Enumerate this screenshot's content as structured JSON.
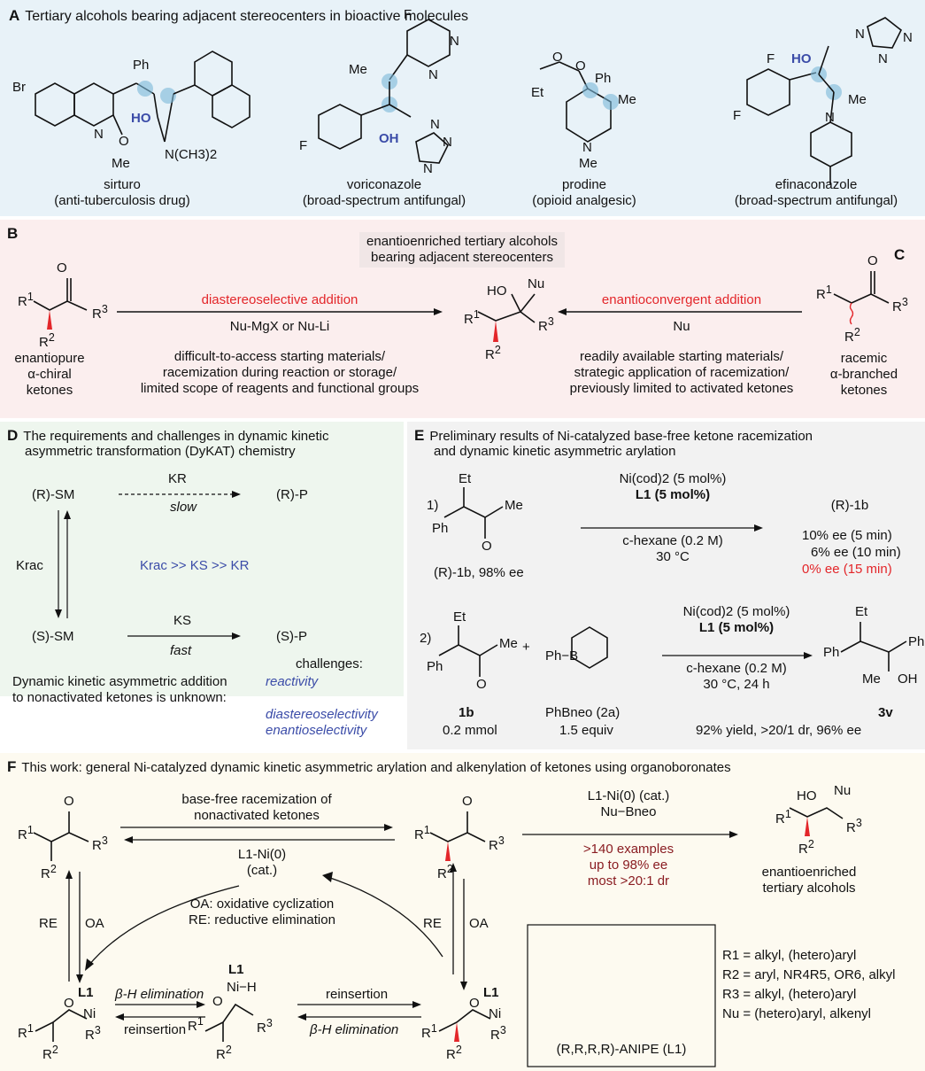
{
  "panelA": {
    "letter": "A",
    "title": "Tertiary alcohols bearing adjacent stereocenters in bioactive molecules",
    "molecules": [
      {
        "name": "sirturo",
        "desc": "(anti-tuberculosis drug)",
        "atoms": [
          "Br",
          "Ph",
          "HO",
          "N",
          "O",
          "Me",
          "N(CH3)2"
        ]
      },
      {
        "name": "voriconazole",
        "desc": "(broad-spectrum antifungal)",
        "atoms": [
          "F",
          "N",
          "N",
          "Me",
          "F",
          "F",
          "OH",
          "N",
          "N",
          "N"
        ]
      },
      {
        "name": "prodine",
        "desc": "(opioid analgesic)",
        "atoms": [
          "O",
          "O",
          "Ph",
          "Et",
          "Me",
          "N",
          "Me"
        ]
      },
      {
        "name": "efinaconazole",
        "desc": "(broad-spectrum antifungal)",
        "atoms": [
          "F",
          "HO",
          "N",
          "N",
          "N",
          "F",
          "Me",
          "N"
        ]
      }
    ]
  },
  "panelB": {
    "letter": "B"
  },
  "panelC": {
    "letter": "C"
  },
  "panelBC": {
    "center_title": [
      "enantioenriched tertiary alcohols",
      "bearing adjacent stereocenters"
    ],
    "left_label": [
      "enantiopure",
      "α-chiral",
      "ketones"
    ],
    "left_arrow_top": "diastereoselective addition",
    "left_arrow_bottom": "Nu-MgX or Nu-Li",
    "left_notes": [
      "difficult-to-access starting materials/",
      "racemization during reaction or storage/",
      "limited scope of reagents and functional groups"
    ],
    "right_arrow_top": "enantioconvergent addition",
    "right_arrow_bottom": "Nu",
    "right_notes": [
      "readily available starting materials/",
      "strategic application of racemization/",
      "previously limited to activated ketones"
    ],
    "right_label": [
      "racemic",
      "α-branched",
      "ketones"
    ]
  },
  "panelD": {
    "letter": "D",
    "title": [
      "The requirements and challenges in dynamic kinetic",
      "asymmetric transformation (DyKAT) chemistry"
    ],
    "r_sm": "(R)-SM",
    "r_p": "(R)-P",
    "s_sm": "(S)-SM",
    "s_p": "(S)-P",
    "kr": "KR",
    "slow": "slow",
    "krac": "Krac",
    "ks": "KS",
    "fast": "fast",
    "relation": "Krac >> KS >> KR",
    "challenges_label": "challenges:",
    "statement": [
      "Dynamic kinetic asymmetric addition",
      "to nonactivated ketones is unknown:"
    ],
    "challenges": [
      "reactivity",
      "diastereoselectivity",
      "enantioselectivity"
    ]
  },
  "panelE": {
    "letter": "E",
    "title": [
      "Preliminary results of Ni-catalyzed base-free ketone racemization",
      "and dynamic kinetic asymmetric arylation"
    ],
    "exp1": {
      "num": "1)",
      "sm_label": "(R)-1b, 98% ee",
      "conditions": [
        "Ni(cod)2 (5 mol%)",
        "L1 (5 mol%)",
        "c-hexane (0.2 M)",
        "30 °C"
      ],
      "product": "(R)-1b",
      "results": [
        "10% ee (5 min)",
        "6% ee (10 min)",
        "0% ee (15 min)"
      ]
    },
    "exp2": {
      "num": "2)",
      "sm_name": "1b",
      "sm_amount": "0.2 mmol",
      "reagent_name": "PhBneo (2a)",
      "reagent_amount": "1.5 equiv",
      "conditions": [
        "Ni(cod)2 (5 mol%)",
        "L1 (5 mol%)",
        "c-hexane (0.2 M)",
        "30 °C, 24 h"
      ],
      "product": "3v",
      "result": "92% yield, >20/1 dr, 96% ee"
    }
  },
  "panelF": {
    "letter": "F",
    "title": "This work: general Ni-catalyzed dynamic kinetic asymmetric arylation and alkenylation of ketones using organoboronates",
    "racemization": [
      "base-free racemization of",
      "nonactivated ketones"
    ],
    "catalyst": [
      "L1-Ni(0)",
      "(cat.)"
    ],
    "ox_red": [
      "OA: oxidative cyclization",
      "RE: reductive elimination"
    ],
    "re": "RE",
    "oa": "OA",
    "beta_h": "β-H elimination",
    "reinsertion": "reinsertion",
    "arrow_conditions": [
      "L1-Ni(0) (cat.)",
      "Nu−Bneo"
    ],
    "highlights": [
      ">140 examples",
      "up to 98% ee",
      "most >20:1 dr"
    ],
    "product_label": [
      "enantioenriched",
      "tertiary alcohols"
    ],
    "ligand_name": "(R,R,R,R)-ANIPE (L1)",
    "r_groups": [
      "R1 = alkyl, (hetero)aryl",
      "R2 = aryl, NR4R5, OR6, alkyl",
      "R3 = alkyl, (hetero)aryl",
      "Nu = (hetero)aryl, alkenyl"
    ]
  },
  "colors": {
    "panelA_bg": "#e8f2f8",
    "panelB_bg": "#fbeeee",
    "panelD_bg": "#eef6ee",
    "panelE_bg": "#f2f2f2",
    "panelF_bg": "#fdfaf0",
    "red": "#e3262a",
    "blue": "#3b4ca8",
    "dark_red": "#8a1d22",
    "highlight": "#7ab8d8"
  }
}
